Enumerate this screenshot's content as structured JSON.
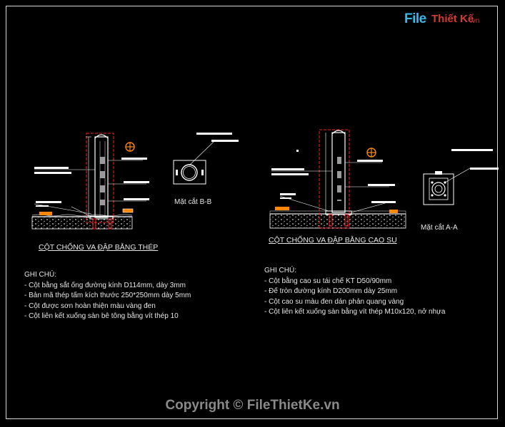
{
  "logo": {
    "part1": "File",
    "part2": "Thiết Kế",
    "part3": ".vn"
  },
  "left": {
    "title": "CỘT CHỐNG VA ĐẬP BẰNG THÉP",
    "section_label": "Mặt cắt B-B",
    "notes_heading": "GHI CHÚ:",
    "notes": [
      "- Cột bằng sắt ống đường kính D114mm, dày 3mm",
      "- Bản mã thép tấm kích thước 250*250mm dày 5mm",
      "- Cột được sơn hoàn thiện màu vàng đen",
      "- Cột liên kết xuống sàn bê tông bằng vít thép 10"
    ]
  },
  "right": {
    "title": "CỘT CHỐNG VA ĐẬP BẰNG CAO SU",
    "section_label": "Mặt cắt A-A",
    "notes_heading": "GHI CHÚ:",
    "notes": [
      "- Cột bằng cao su tái chế KT D50/90mm",
      "- Đế tròn đường kính D200mm dày 25mm",
      "- Cột cao su màu đen dán phản quang vàng",
      "- Cột liên kết xuống sàn bằng vít thép M10x120, nở nhựa"
    ]
  },
  "copyright": "Copyright © FileThietKe.vn",
  "colors": {
    "line": "#ffffff",
    "red": "#ff2020",
    "orange": "#ff8800",
    "ground": "#bdbdbd"
  }
}
